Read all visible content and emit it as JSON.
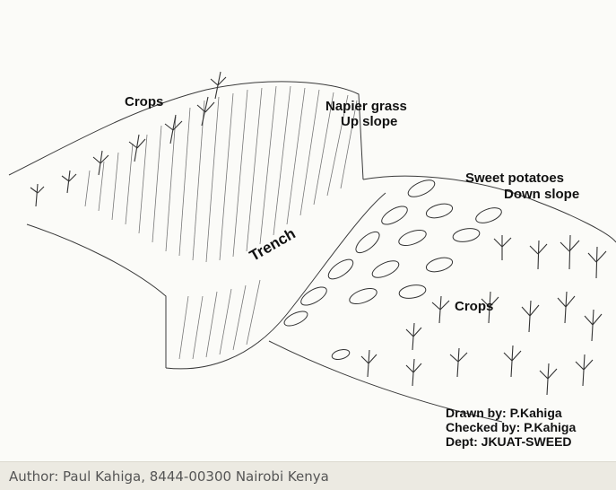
{
  "diagram": {
    "labels": {
      "crops_upper": "Crops",
      "napier_1": "Napier grass",
      "napier_2": "Up slope",
      "sweet_1": "Sweet potatoes",
      "sweet_2": "Down slope",
      "trench": "Trench",
      "crops_lower": "Crops"
    },
    "credits": {
      "drawn": "Drawn by: P.Kahiga",
      "checked": "Checked by: P.Kahiga",
      "dept": "Dept: JKUAT-SWEED"
    }
  },
  "caption": "Author: Paul Kahiga, 8444-00300 Nairobi Kenya",
  "colors": {
    "ink": "#2a2a2a",
    "paper": "#fbfbf8",
    "caption_bg": "#eceae2"
  }
}
